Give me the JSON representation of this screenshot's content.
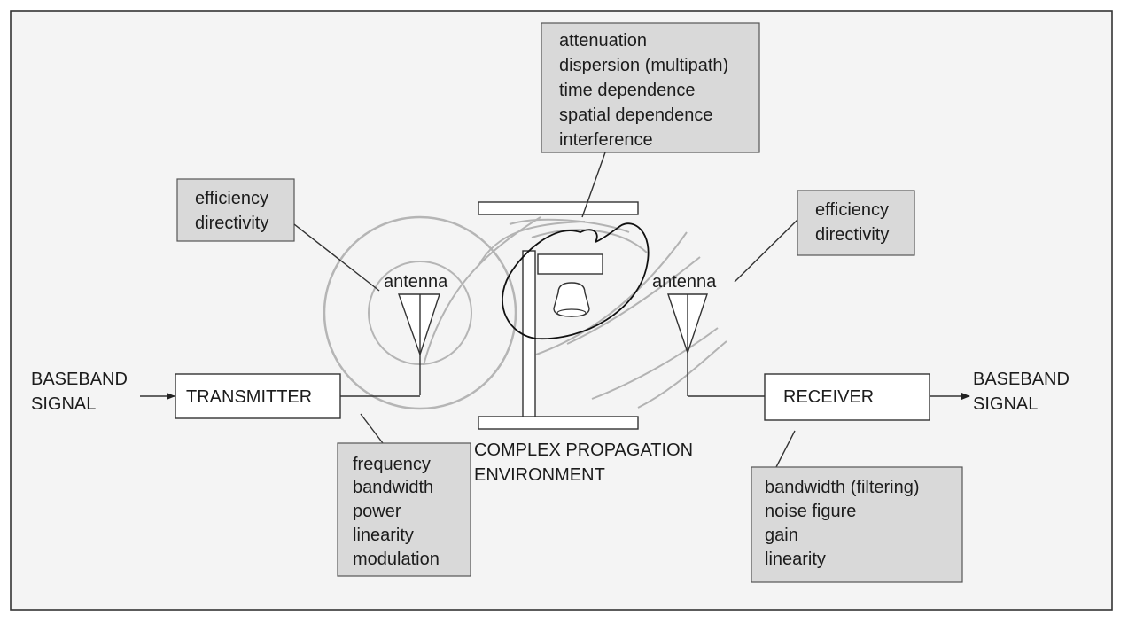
{
  "diagram": {
    "propagation_box": [
      "attenuation",
      "dispersion (multipath)",
      "time dependence",
      "spatial dependence",
      "interference"
    ],
    "tx_antenna_box": [
      "efficiency",
      "directivity"
    ],
    "rx_antenna_box": [
      "efficiency",
      "directivity"
    ],
    "tx_antenna_label": "antenna",
    "rx_antenna_label": "antenna",
    "baseband_in": [
      "BASEBAND",
      "SIGNAL"
    ],
    "baseband_out": [
      "BASEBAND",
      "SIGNAL"
    ],
    "transmitter_label": "TRANSMITTER",
    "receiver_label": "RECEIVER",
    "environment_label": [
      "COMPLEX PROPAGATION",
      "ENVIRONMENT"
    ],
    "transmitter_box": [
      "frequency",
      "bandwidth",
      "power",
      "linearity",
      "modulation"
    ],
    "receiver_box": [
      "bandwidth (filtering)",
      "noise figure",
      "gain",
      "linearity"
    ]
  }
}
